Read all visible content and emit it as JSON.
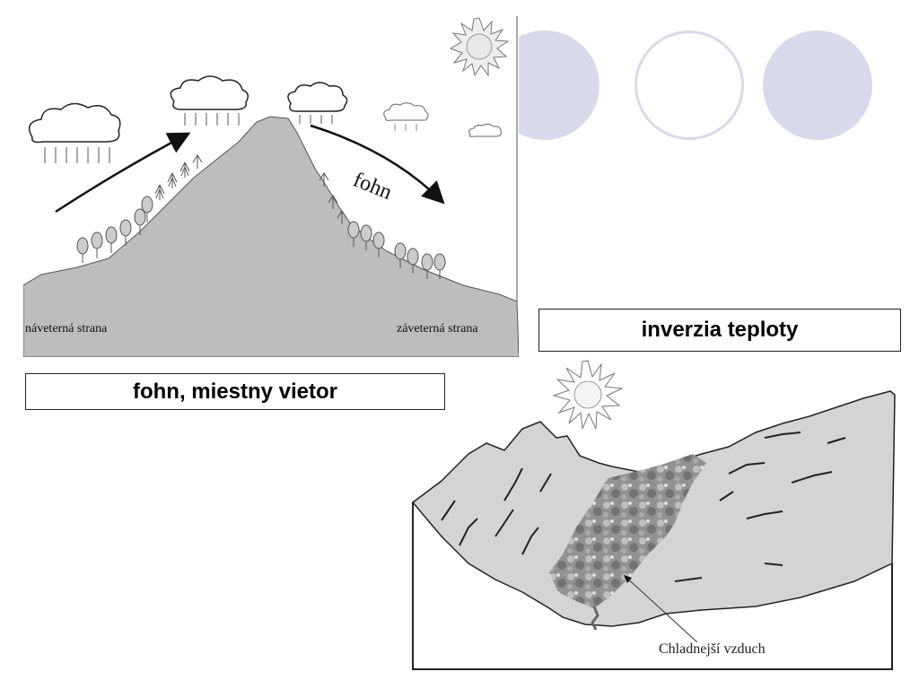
{
  "slide": {
    "fohn_diagram": {
      "wind_label": "fohn",
      "windward_label": "náveterná strana",
      "leeward_label": "záveterná strana"
    },
    "fohn_caption": "fohn, miestny vietor",
    "inversion_caption": "inverzia teploty",
    "inversion_diagram": {
      "cold_air_label": "Chladnejší vzduch"
    },
    "colors": {
      "accent_circle": "#d9d9ec",
      "circle_outline": "#d9d9ec",
      "mountain_gray": "#bdbdbd",
      "terrain_gray": "#d4d4d4"
    }
  }
}
